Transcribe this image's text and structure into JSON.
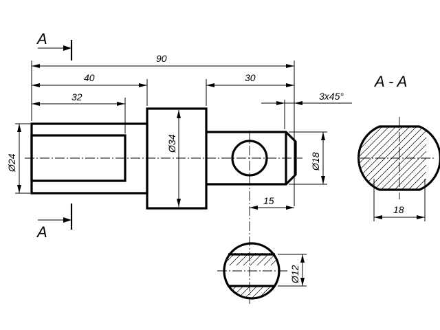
{
  "labels": {
    "section_arrow_top": "A",
    "section_arrow_bottom": "A",
    "section_title": "A - A"
  },
  "dimensions": {
    "overall_length": "90",
    "flange_to_left": "40",
    "bore_depth": "32",
    "pin_length": "30",
    "chamfer": "3x45°",
    "dia_bore": "Ø24",
    "dia_collar": "Ø34",
    "dia_pin": "Ø18",
    "hole_position": "15",
    "flat_width": "18",
    "hole_dia": "Ø12"
  }
}
